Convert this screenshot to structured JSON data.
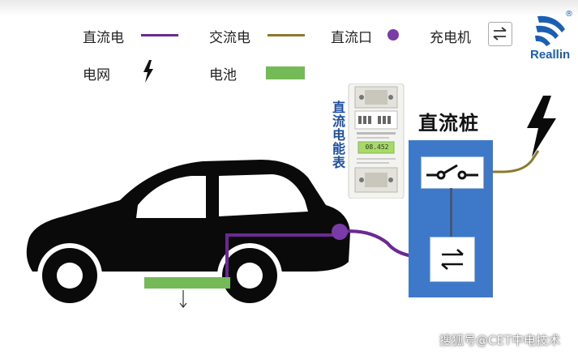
{
  "legend": {
    "dc_power": "直流电",
    "ac_power": "交流电",
    "dc_port": "直流口",
    "charger": "充电机",
    "grid": "电网",
    "battery": "电池"
  },
  "brand": {
    "name": "Reallin",
    "mark": "®"
  },
  "meter": {
    "label": "直流电能表",
    "reading": "08.452"
  },
  "pile": {
    "title": "直流桩"
  },
  "watermark": "搜狐号@CET中电技术",
  "colors": {
    "dc_line": "#6b2a93",
    "ac_line": "#8a7a2c",
    "battery": "#74bb57",
    "pile": "#3d78c9",
    "dc_port": "#7a3ba8",
    "car": "#0a0a0a",
    "brand": "#1a5fb4"
  },
  "icons": [
    "exchange-arrows-icon",
    "lightning-icon",
    "switch-symbol-icon",
    "ground-arrow-icon"
  ]
}
